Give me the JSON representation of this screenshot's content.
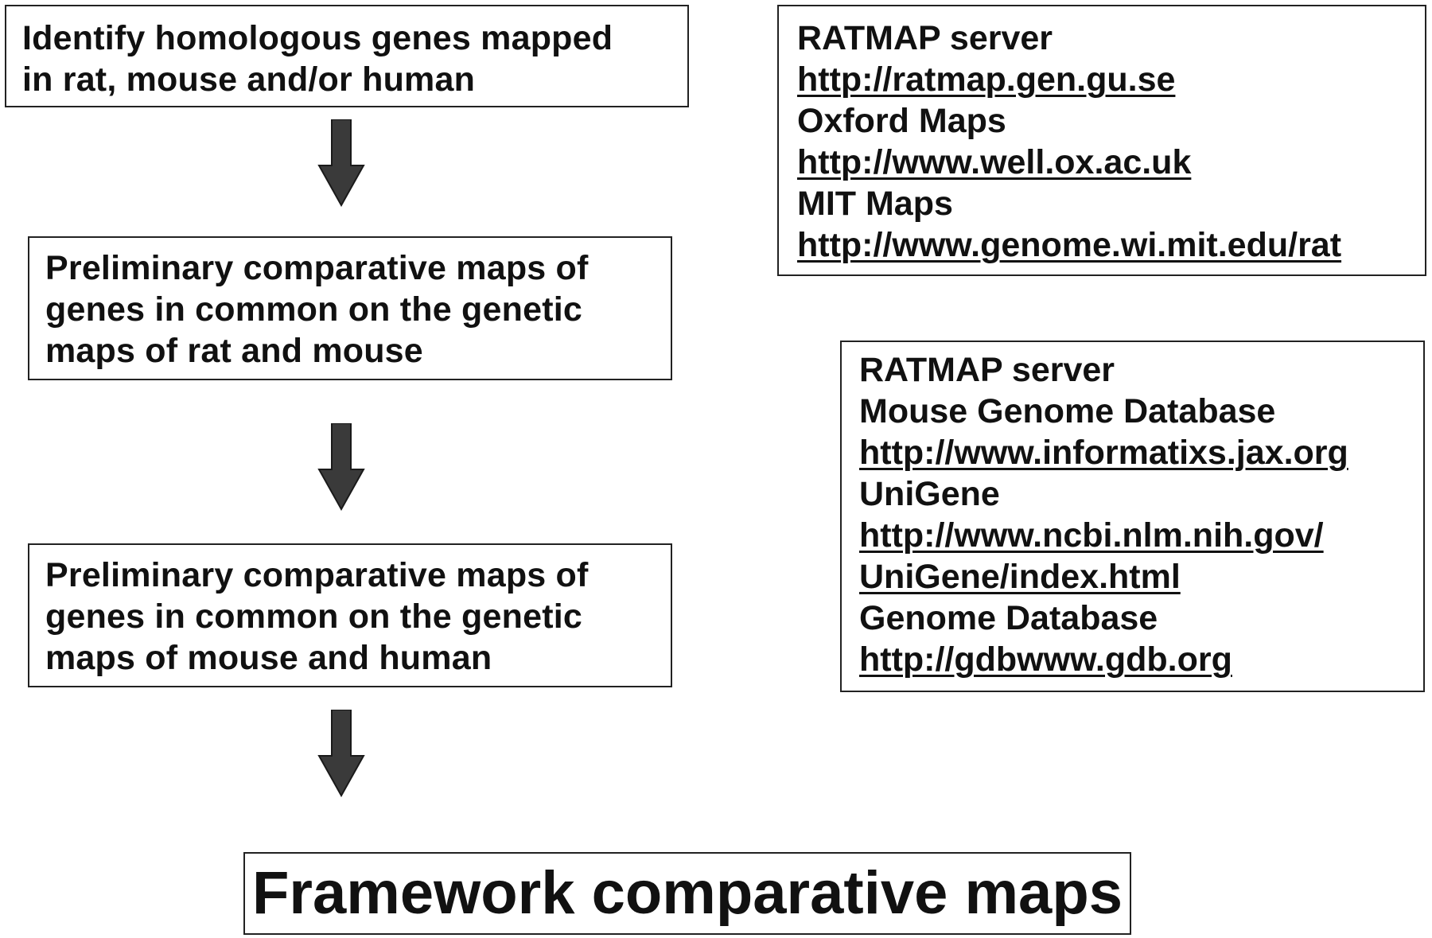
{
  "steps": [
    {
      "lines": [
        "Identify homologous genes mapped",
        "in rat, mouse and/or human"
      ]
    },
    {
      "lines": [
        "Preliminary comparative maps of",
        "genes in common on the genetic",
        "maps of rat and mouse"
      ]
    },
    {
      "lines": [
        "Preliminary comparative maps of",
        "genes in common on the genetic",
        "maps of mouse and human"
      ]
    }
  ],
  "final": {
    "label": "Framework comparative maps"
  },
  "resources": [
    {
      "lines": [
        {
          "text": "RATMAP server"
        },
        {
          "text": "http://ratmap.gen.gu.se"
        },
        {
          "text": "Oxford Maps"
        },
        {
          "text": "http://www.well.ox.ac.uk"
        },
        {
          "text": "MIT Maps"
        },
        {
          "text": "http://www.genome.wi.mit.edu/rat"
        }
      ]
    },
    {
      "lines": [
        {
          "text": "RATMAP server"
        },
        {
          "text": "Mouse Genome Database"
        },
        {
          "text": "http://www.informatixs.jax.org"
        },
        {
          "text": "UniGene"
        },
        {
          "text": "http://www.ncbi.nlm.nih.gov/"
        },
        {
          "text": "UniGene/index.html"
        },
        {
          "text": "Genome Database"
        },
        {
          "text": "http://gdbwww.gdb.org"
        }
      ]
    }
  ],
  "colors": {
    "arrow": "#3a3a3a",
    "border": "#222222",
    "text": "#111111"
  }
}
